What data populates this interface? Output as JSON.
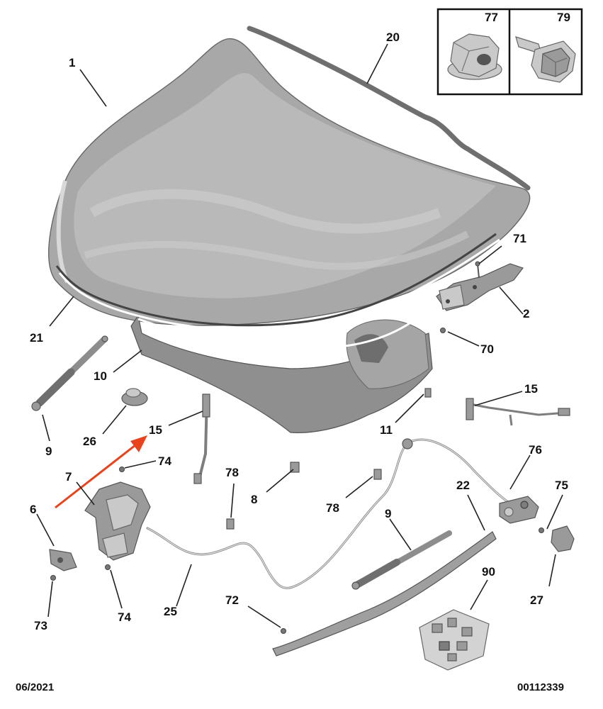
{
  "diagram": {
    "footer": {
      "date": "06/2021",
      "reference": "00112339"
    },
    "inset": {
      "cells": [
        {
          "id": "77",
          "icon": "flange-nut-icon"
        },
        {
          "id": "79",
          "icon": "bolt-icon"
        }
      ]
    },
    "callouts": [
      {
        "id": "c1",
        "text": "1"
      },
      {
        "id": "c20",
        "text": "20"
      },
      {
        "id": "c71",
        "text": "71"
      },
      {
        "id": "c2",
        "text": "2"
      },
      {
        "id": "c70",
        "text": "70"
      },
      {
        "id": "c21",
        "text": "21"
      },
      {
        "id": "c10",
        "text": "10"
      },
      {
        "id": "c15a",
        "text": "15"
      },
      {
        "id": "c9a",
        "text": "9"
      },
      {
        "id": "c26",
        "text": "26"
      },
      {
        "id": "c15b",
        "text": "15"
      },
      {
        "id": "c11",
        "text": "11"
      },
      {
        "id": "c76",
        "text": "76"
      },
      {
        "id": "c74a",
        "text": "74"
      },
      {
        "id": "c7",
        "text": "7"
      },
      {
        "id": "c78a",
        "text": "78"
      },
      {
        "id": "c22",
        "text": "22"
      },
      {
        "id": "c75",
        "text": "75"
      },
      {
        "id": "c6",
        "text": "6"
      },
      {
        "id": "c8",
        "text": "8"
      },
      {
        "id": "c78b",
        "text": "78"
      },
      {
        "id": "c9b",
        "text": "9"
      },
      {
        "id": "c27",
        "text": "27"
      },
      {
        "id": "c90",
        "text": "90"
      },
      {
        "id": "c72",
        "text": "72"
      },
      {
        "id": "c25",
        "text": "25"
      },
      {
        "id": "c74b",
        "text": "74"
      },
      {
        "id": "c73",
        "text": "73"
      }
    ],
    "colors": {
      "arrow": "#e8431c",
      "part_fill": "#9a9a9a",
      "outline": "#555555"
    }
  }
}
